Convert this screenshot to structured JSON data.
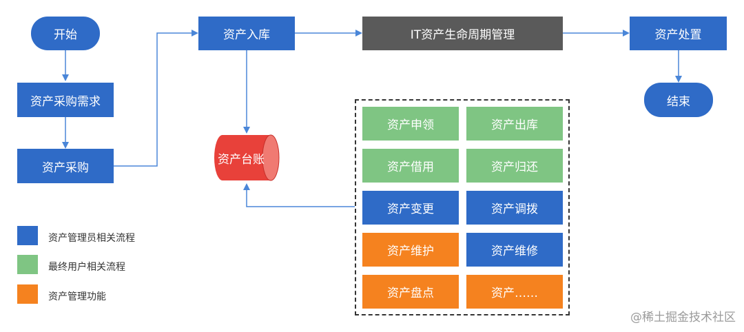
{
  "nodes": {
    "start": "开始",
    "demand": "资产采购需求",
    "purchase": "资产采购",
    "inbound": "资产入库",
    "lifecycle": "IT资产生命周期管理",
    "disposal": "资产处置",
    "end": "结束",
    "ledger": "资产台账"
  },
  "grid": [
    [
      "资产申领",
      "资产出库"
    ],
    [
      "资产借用",
      "资产归还"
    ],
    [
      "资产变更",
      "资产调拨"
    ],
    [
      "资产维护",
      "资产维修"
    ],
    [
      "资产盘点",
      "资产……"
    ]
  ],
  "legend": [
    {
      "label": "资产管理员相关流程",
      "color": "#2f6bc7"
    },
    {
      "label": "最终用户相关流程",
      "color": "#7fc583"
    },
    {
      "label": "资产管理功能",
      "color": "#f5821f"
    }
  ],
  "colors": {
    "admin_blue": "#2f6bc7",
    "user_green": "#7fc583",
    "function_orange": "#f5821f",
    "lifecycle_gray": "#5a5a5a",
    "ledger_red": "#e8413a",
    "arrow_blue": "#4a86d8"
  },
  "watermark": "@稀土掘金技术社区"
}
